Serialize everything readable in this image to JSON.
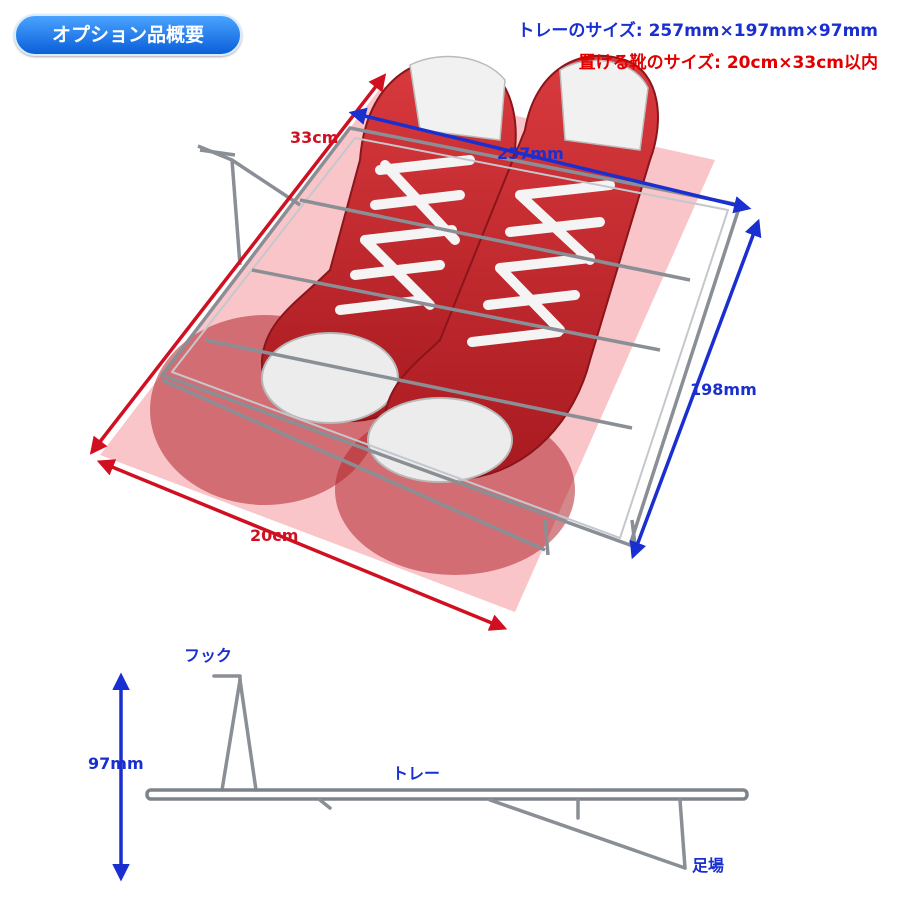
{
  "header": {
    "badge_label": "オプション品概要",
    "tray_size_line": "トレーのサイズ: 257mm×197mm×97mm",
    "shoe_size_line": "置ける靴のサイズ: 20cm×33cm以内"
  },
  "top_view": {
    "length_label": "33cm",
    "width_label": "20cm",
    "tray_width_label": "257mm",
    "tray_depth_label": "198mm"
  },
  "side_view": {
    "hook_label": "フック",
    "height_label": "97mm",
    "tray_label": "トレー",
    "foot_label": "足場"
  },
  "colors": {
    "badge_blue": "#0a5fd8",
    "spec_blue": "#1a2fd0",
    "spec_red": "#e00000",
    "shoe_red": "#c8232a",
    "pink_area": "#f6a6ac",
    "chrome": "#8a8f96"
  }
}
